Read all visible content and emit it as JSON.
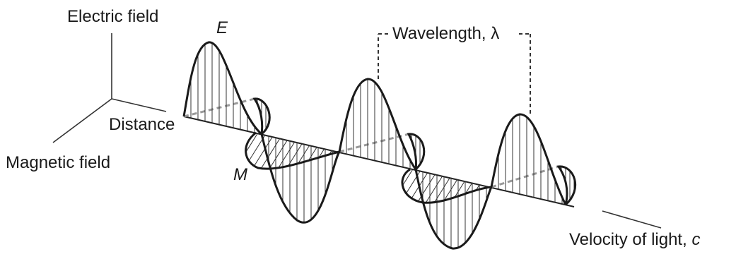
{
  "labels": {
    "electric_field": "Electric field",
    "magnetic_field": "Magnetic field",
    "distance": "Distance",
    "e_symbol": "E",
    "m_symbol": "M",
    "wavelength_text": "Wavelength, ",
    "lambda": "λ",
    "velocity_text": "Velocity of light, ",
    "c_symbol": "c"
  }
}
